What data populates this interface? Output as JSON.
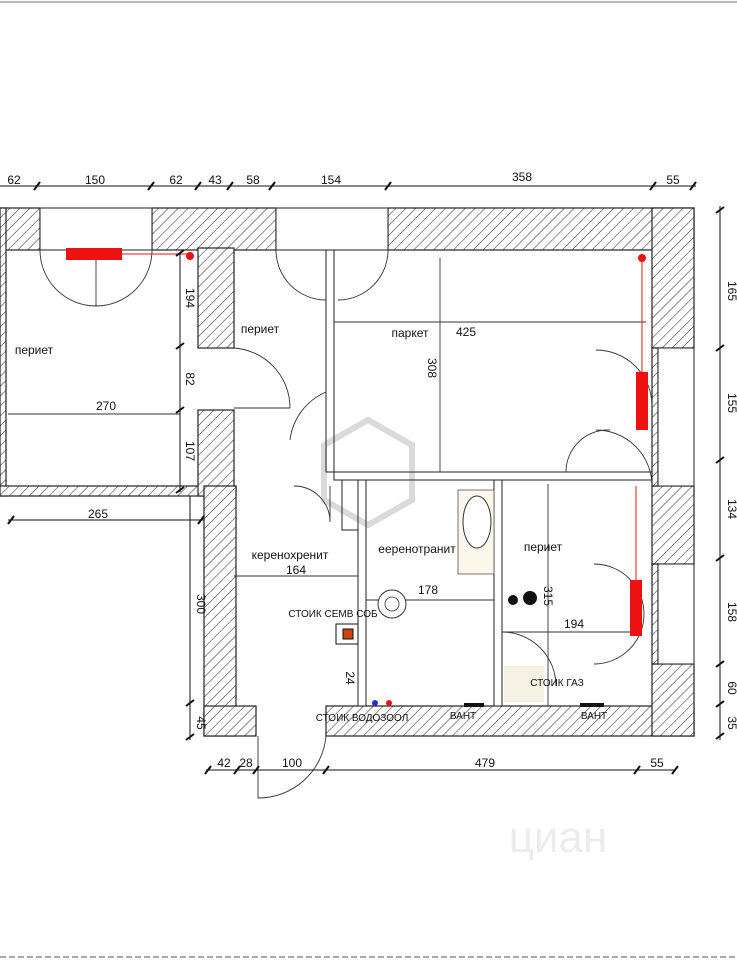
{
  "dimensions": {
    "top": [
      "62",
      "150",
      "62",
      "43",
      "58",
      "154",
      "358",
      "55"
    ],
    "right": [
      "165",
      "155",
      "134",
      "158",
      "60",
      "35"
    ],
    "bottom": [
      "42",
      "28",
      "100",
      "479",
      "55"
    ],
    "left_room_vertical": [
      "194",
      "82",
      "107"
    ],
    "left_room_width": "270",
    "left_outer_width": "265",
    "corridor_height": "300",
    "corridor_bottom": "45",
    "living_width": "425",
    "living_height": "308",
    "corridor_width": "164",
    "bathroom_width": "178",
    "kitchen_height": "315",
    "kitchen_width": "194",
    "riser_size": "24"
  },
  "rooms": {
    "left_room": "периет",
    "corridor_top": "периет",
    "living": "паркет",
    "corridor": "кеpенохренит",
    "bathroom": "еeренотранит",
    "kitchen": "периет"
  },
  "labels": {
    "sewer_riser": "СТОИК СЕМВ СОБ",
    "water_riser": "СТОИК ВОДОЗООЛ",
    "gas_riser": "СТОИК ГАЗ",
    "bath_item": "ВАНТ",
    "kitchen_item": "ВАНТ"
  },
  "watermark": {
    "text": "циан"
  },
  "colors": {
    "radiator": "#e11111",
    "wall_hatch": "#333333",
    "water_cold": "#1f2fd6",
    "water_hot": "#e11111"
  }
}
